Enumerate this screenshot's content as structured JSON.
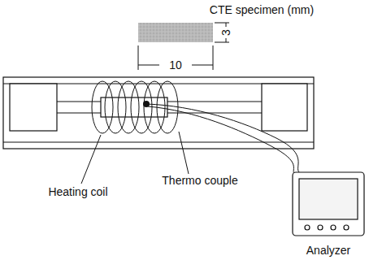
{
  "diagram": {
    "title": "CTE specimen (mm)",
    "nodes": [
      {
        "text": [
          "Analyzer"
        ]
      }
    ],
    "labels": [
      "3",
      "10",
      "Heating coil",
      "Thermo couple"
    ]
  }
}
